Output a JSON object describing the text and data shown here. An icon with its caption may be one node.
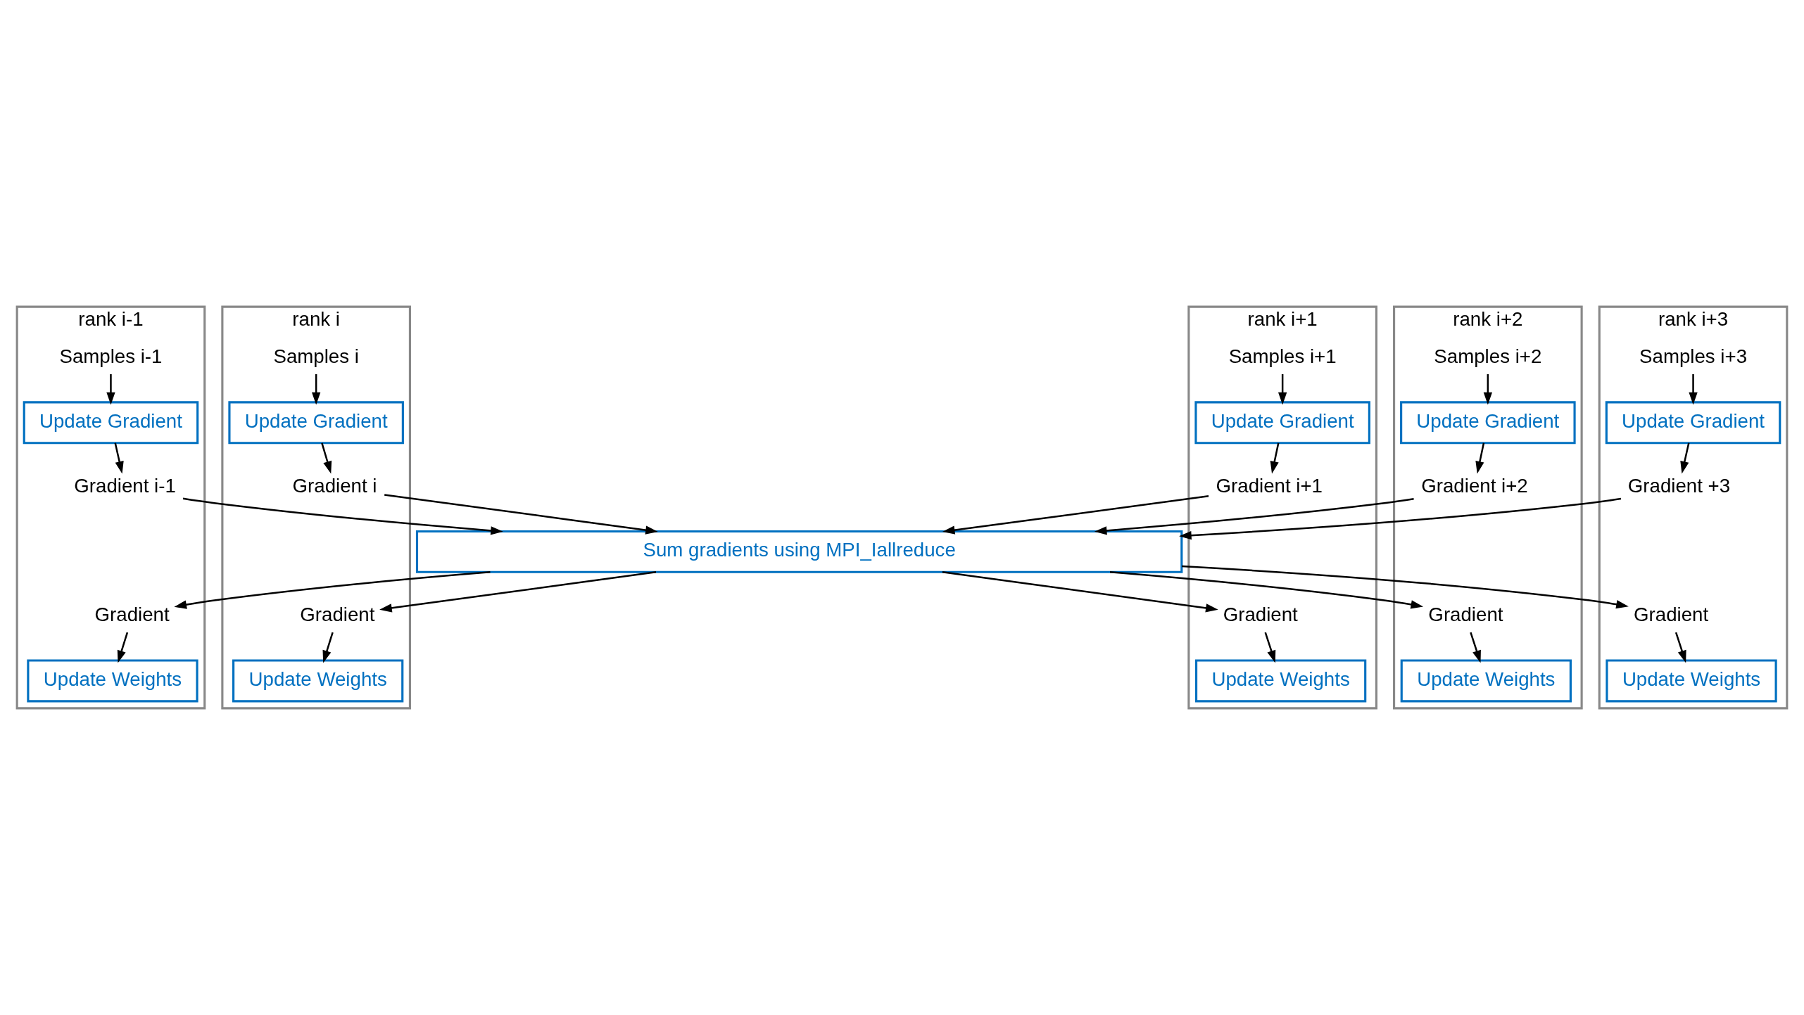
{
  "diagram": {
    "nodes": [
      {
        "text": [
          "rank i-1"
        ]
      },
      {
        "text": [
          "Samples i-1"
        ],
        "in": 0
      },
      {
        "text": [
          "Update Gradient"
        ],
        "in": 0
      },
      {
        "text": [
          "Gradient i-1"
        ],
        "in": 0
      },
      {
        "text": [
          "Gradient"
        ],
        "in": 0
      },
      {
        "text": [
          "Update Weights"
        ],
        "in": 0
      },
      {
        "text": [
          "rank i"
        ]
      },
      {
        "text": [
          "Samples i"
        ],
        "in": 6
      },
      {
        "text": [
          "Update Gradient"
        ],
        "in": 6
      },
      {
        "text": [
          "Gradient i"
        ],
        "in": 6
      },
      {
        "text": [
          "Gradient"
        ],
        "in": 6
      },
      {
        "text": [
          "Update Weights"
        ],
        "in": 6
      },
      {
        "text": [
          "rank i+1"
        ]
      },
      {
        "text": [
          "Samples i+1"
        ],
        "in": 12
      },
      {
        "text": [
          "Update Gradient"
        ],
        "in": 12
      },
      {
        "text": [
          "Gradient i+1"
        ],
        "in": 12
      },
      {
        "text": [
          "Gradient"
        ],
        "in": 12
      },
      {
        "text": [
          "Update Weights"
        ],
        "in": 12
      },
      {
        "text": [
          "rank i+2"
        ]
      },
      {
        "text": [
          "Samples i+2"
        ],
        "in": 18
      },
      {
        "text": [
          "Update Gradient"
        ],
        "in": 18
      },
      {
        "text": [
          "Gradient i+2"
        ],
        "in": 18
      },
      {
        "text": [
          "Gradient"
        ],
        "in": 18
      },
      {
        "text": [
          "Update Weights"
        ],
        "in": 18
      },
      {
        "text": [
          "rank i+3"
        ]
      },
      {
        "text": [
          "Samples i+3"
        ],
        "in": 24
      },
      {
        "text": [
          "Update Gradient"
        ],
        "in": 24
      },
      {
        "text": [
          "Gradient +3"
        ],
        "in": 24
      },
      {
        "text": [
          "Gradient"
        ],
        "in": 24
      },
      {
        "text": [
          "Update Weights"
        ],
        "in": 24
      },
      {
        "text": [
          "Sum gradients using MPI_Iallreduce"
        ]
      }
    ],
    "edges": [
      {
        "from": 1,
        "to": 2,
        "arrow": "to"
      },
      {
        "from": 2,
        "to": 3,
        "arrow": "to"
      },
      {
        "from": 3,
        "to": 30,
        "arrow": "to"
      },
      {
        "from": 30,
        "to": 4,
        "arrow": "to"
      },
      {
        "from": 4,
        "to": 5,
        "arrow": "to"
      },
      {
        "from": 7,
        "to": 8,
        "arrow": "to"
      },
      {
        "from": 8,
        "to": 9,
        "arrow": "to"
      },
      {
        "from": 9,
        "to": 30,
        "arrow": "to"
      },
      {
        "from": 30,
        "to": 10,
        "arrow": "to"
      },
      {
        "from": 10,
        "to": 11,
        "arrow": "to"
      },
      {
        "from": 13,
        "to": 14,
        "arrow": "to"
      },
      {
        "from": 14,
        "to": 15,
        "arrow": "to"
      },
      {
        "from": 15,
        "to": 30,
        "arrow": "to"
      },
      {
        "from": 30,
        "to": 16,
        "arrow": "to"
      },
      {
        "from": 16,
        "to": 17,
        "arrow": "to"
      },
      {
        "from": 19,
        "to": 20,
        "arrow": "to"
      },
      {
        "from": 20,
        "to": 21,
        "arrow": "to"
      },
      {
        "from": 21,
        "to": 30,
        "arrow": "to"
      },
      {
        "from": 30,
        "to": 22,
        "arrow": "to"
      },
      {
        "from": 22,
        "to": 23,
        "arrow": "to"
      },
      {
        "from": 25,
        "to": 26,
        "arrow": "to"
      },
      {
        "from": 26,
        "to": 27,
        "arrow": "to"
      },
      {
        "from": 27,
        "to": 30,
        "arrow": "to"
      },
      {
        "from": 30,
        "to": 28,
        "arrow": "to"
      },
      {
        "from": 28,
        "to": 29,
        "arrow": "to"
      }
    ]
  }
}
